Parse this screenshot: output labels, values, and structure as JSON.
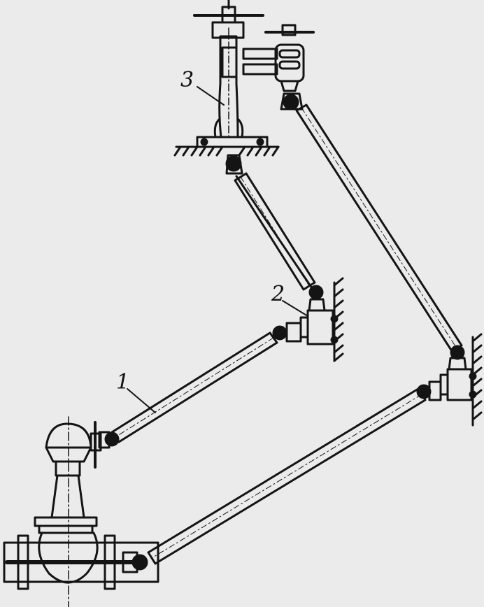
{
  "figure": {
    "background_color": "#ebebeb",
    "ink_color": "#141414",
    "labels": {
      "pump_drive": "1",
      "intermediate_bearing": "2",
      "control_column": "3"
    },
    "parts": [
      "valve-body-bottom-left",
      "handwheel-column-top",
      "remote-drive-shafts",
      "wall-mounted-bearings",
      "universal-joints"
    ]
  }
}
